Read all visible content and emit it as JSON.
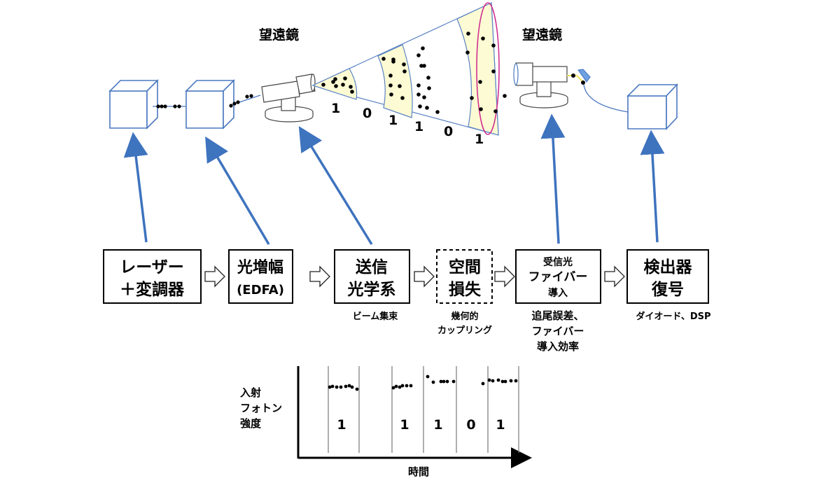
{
  "top": {
    "telescope_tx_label": "望遠鏡",
    "telescope_rx_label": "望遠鏡",
    "beam_bits": [
      "1",
      "0",
      "1",
      "1",
      "0",
      "1"
    ]
  },
  "colors": {
    "cube_stroke": "#4a78c0",
    "pointer_arrow": "#3e73be",
    "cone_fill": "#fdfbd4",
    "aperture_ring": "#d0308f",
    "fiber_yellow": "#f2e25a"
  },
  "process": {
    "blocks": [
      {
        "lines": [
          "レーザー",
          "＋変調器"
        ],
        "note": [],
        "dashed": false
      },
      {
        "lines": [
          "光増幅",
          "(EDFA)"
        ],
        "note": [],
        "dashed": false
      },
      {
        "lines": [
          "送信",
          "光学系"
        ],
        "note": [
          "ビーム集束"
        ],
        "dashed": false
      },
      {
        "lines": [
          "空間",
          "損失"
        ],
        "note": [
          "幾何的",
          "カップリング"
        ],
        "dashed": true
      },
      {
        "lines": [
          "受信光",
          "ファイバー",
          "導入"
        ],
        "note": [
          "追尾誤差、",
          "ファイバー",
          "導入効率"
        ],
        "dashed": false
      },
      {
        "lines": [
          "検出器",
          "復号"
        ],
        "note": [
          "ダイオード、DSP"
        ],
        "dashed": false
      }
    ]
  },
  "timeline": {
    "y_label": [
      "入射",
      "フォトン",
      "強度"
    ],
    "x_label": "時間",
    "slot_bits": [
      "1",
      "",
      "1",
      "1",
      "0",
      "1"
    ]
  }
}
